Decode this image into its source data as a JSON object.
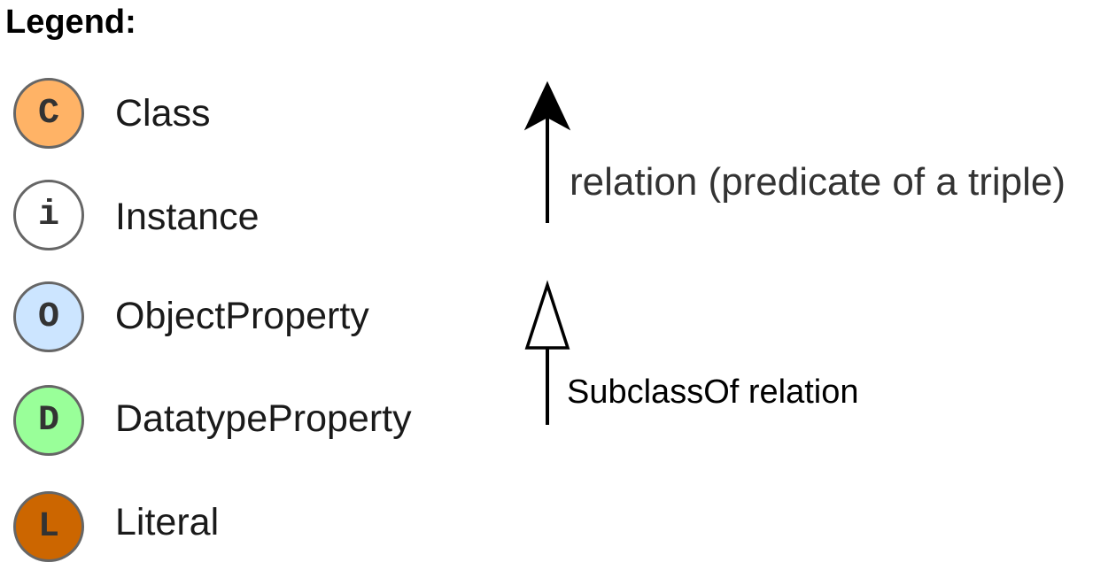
{
  "legend": {
    "title": "Legend:",
    "items": [
      {
        "symbol": "C",
        "label": "Class",
        "fill": "#FFB366"
      },
      {
        "symbol": "i",
        "label": "Instance",
        "fill": "#FFFFFF"
      },
      {
        "symbol": "O",
        "label": "ObjectProperty",
        "fill": "#CCE5FF"
      },
      {
        "symbol": "D",
        "label": "DatatypeProperty",
        "fill": "#99FF99"
      },
      {
        "symbol": "L",
        "label": "Literal",
        "fill": "#CC6600"
      }
    ]
  },
  "arrows": {
    "relation_label": "relation (predicate of a triple)",
    "subclass_label": "SubclassOf relation"
  }
}
